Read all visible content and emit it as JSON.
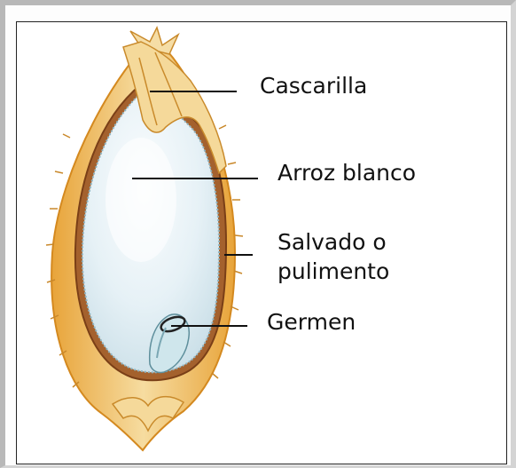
{
  "labels": {
    "husk": "Cascarilla",
    "white_rice": "Arroz blanco",
    "bran": "Salvado o pulimento",
    "germ": "Germen"
  },
  "colors": {
    "husk_fill": "#f3d79a",
    "husk_edge": "#e3a233",
    "bran_layer": "#9b5a2a",
    "endosperm": "#dcebf1",
    "endosperm_highlight": "#f7fbfd",
    "leader_line": "#111111"
  }
}
